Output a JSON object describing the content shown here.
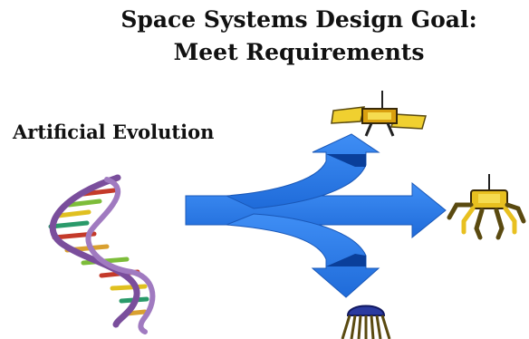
{
  "title": {
    "line1": "Space Systems Design Goal:",
    "line2": "Meet Requirements"
  },
  "subtitle": "Artificial Evolution",
  "icons": {
    "source": "dna-double-helix-icon",
    "outcomes": [
      "satellite-icon",
      "robot-spider-icon",
      "jellyfish-icon"
    ],
    "connector": "branching-arrow-icon"
  },
  "colors": {
    "arrow": "#2f7de8",
    "arrow_shadow": "#0a3f9a",
    "helix_strand": "#7a4e9c",
    "robot_gold": "#e8c020",
    "text": "#111111"
  }
}
